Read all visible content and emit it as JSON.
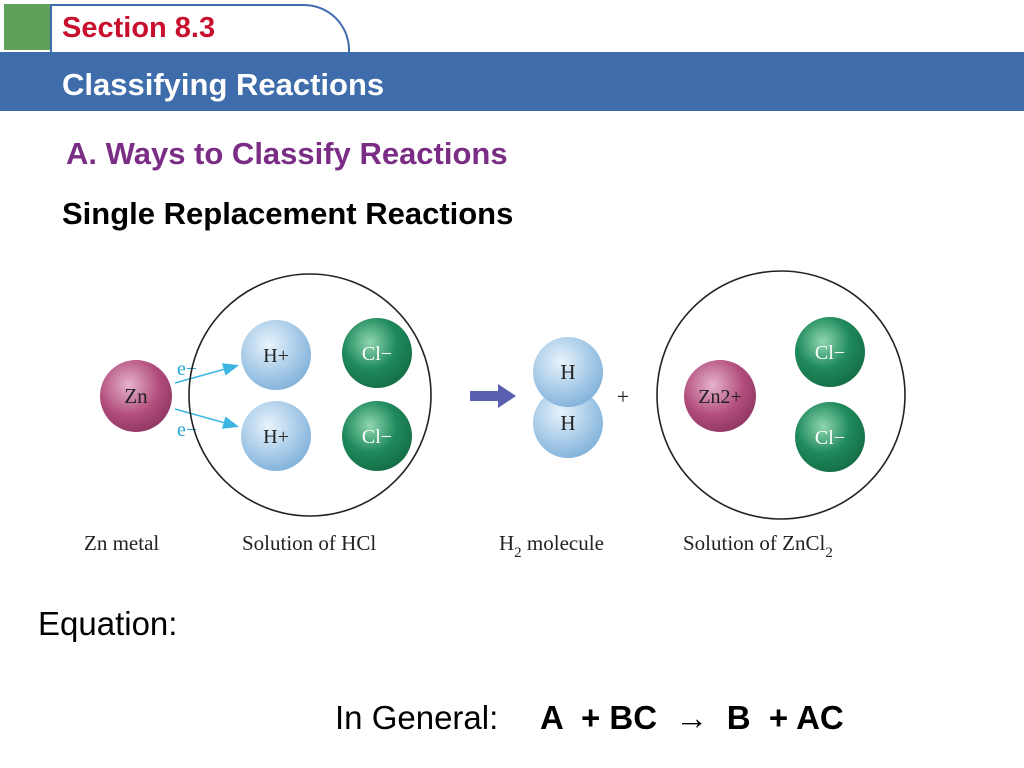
{
  "header": {
    "section": "Section 8.3",
    "title": "Classifying Reactions"
  },
  "heading": "A. Ways to Classify Reactions",
  "subheading": "Single Replacement Reactions",
  "figure": {
    "zn": "Zn",
    "electron": "e−",
    "hydrogen_ion": "H+",
    "chloride": "Cl−",
    "h_atom": "H",
    "plus": "+",
    "zinc_ion": "Zn2+",
    "captions": {
      "zn_metal": "Zn metal",
      "hcl": "Solution of HCl",
      "h2_prefix": "H",
      "h2_sub": "2",
      "h2_suffix": " molecule",
      "zncl2_prefix": "Solution of ZnCl",
      "zncl2_sub": "2"
    },
    "colors": {
      "zinc": "#b24e7c",
      "hydrogen": "#a7cbe8",
      "chlorine": "#1f8a5c",
      "arrow": "#3cb5e0",
      "reaction_arrow": "#5b5fb0"
    }
  },
  "equation_label": "Equation:",
  "general": {
    "label": "In General:",
    "equation": "A  + BC  →  B  + AC"
  }
}
